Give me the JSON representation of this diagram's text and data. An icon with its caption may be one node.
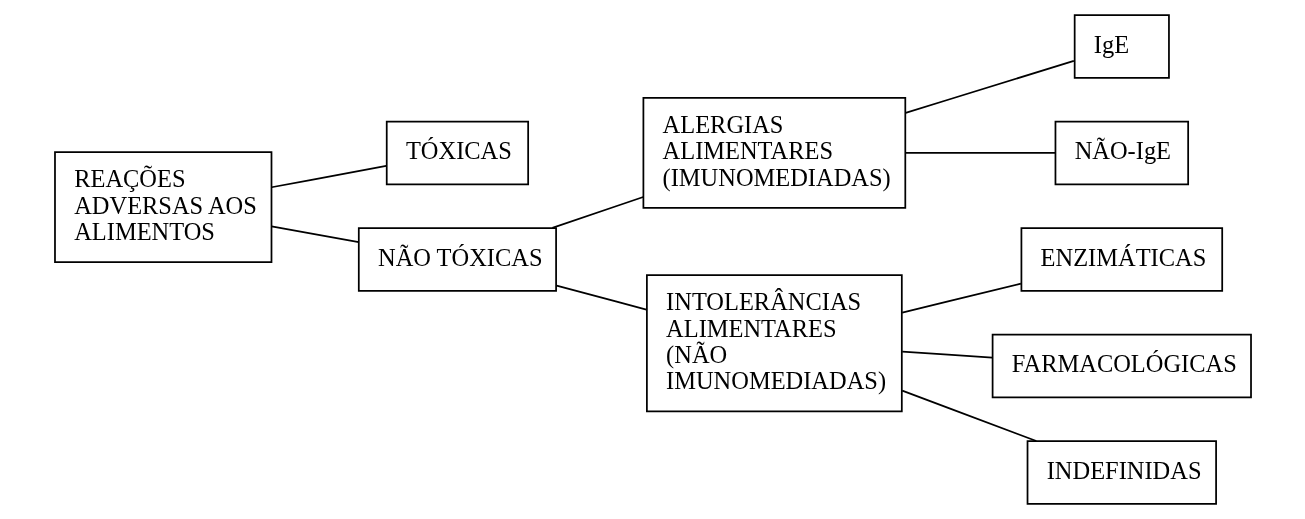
{
  "diagram": {
    "nodes": [
      {
        "text": [
          "REAÇÕES ADVERSAS AOS ALIMENTOS"
        ]
      },
      {
        "text": [
          "TÓXICAS"
        ]
      },
      {
        "text": [
          "NÃO TÓXICAS"
        ]
      },
      {
        "text": [
          "ALERGIAS ALIMENTARES (IMUNOMEDIADAS)"
        ]
      },
      {
        "text": [
          "IgE"
        ]
      },
      {
        "text": [
          "NÃO-IgE"
        ]
      },
      {
        "text": [
          "INTOLERÂNCIAS ALIMENTARES (NÃO IMUNOMEDIADAS)"
        ]
      },
      {
        "text": [
          "ENZIMÁTICAS"
        ]
      },
      {
        "text": [
          "FARMACOLÓGICAS"
        ]
      },
      {
        "text": [
          "INDEFINIDAS"
        ]
      }
    ],
    "edges": [
      {
        "from": 0,
        "to": 1,
        "arrow": "none"
      },
      {
        "from": 0,
        "to": 2,
        "arrow": "none"
      },
      {
        "from": 2,
        "to": 3,
        "arrow": "none"
      },
      {
        "from": 2,
        "to": 6,
        "arrow": "none"
      },
      {
        "from": 3,
        "to": 4,
        "arrow": "none"
      },
      {
        "from": 3,
        "to": 5,
        "arrow": "none"
      },
      {
        "from": 6,
        "to": 7,
        "arrow": "none"
      },
      {
        "from": 6,
        "to": 8,
        "arrow": "none"
      },
      {
        "from": 6,
        "to": 9,
        "arrow": "none"
      }
    ]
  }
}
